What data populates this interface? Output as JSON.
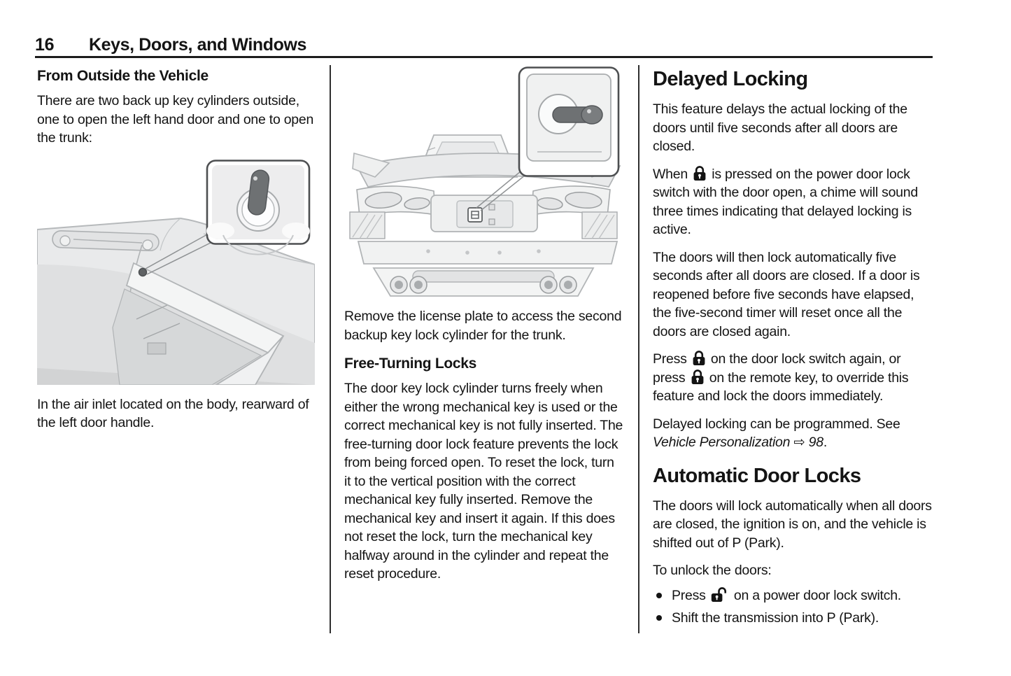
{
  "header": {
    "page_number": "16",
    "chapter_title": "Keys, Doors, and Windows"
  },
  "col1": {
    "heading": "From Outside the Vehicle",
    "intro": "There are two back up key cylinders outside, one to open the left hand door and one to open the trunk:",
    "figure_caption": "In the air inlet located on the body, rearward of the left door handle."
  },
  "col2": {
    "figure_caption": "Remove the license plate to access the second backup key lock cylinder for the trunk.",
    "heading": "Free-Turning Locks",
    "body": "The door key lock cylinder turns freely when either the wrong mechanical key is used or the correct mechanical key is not fully inserted. The free-turning door lock feature prevents the lock from being forced open. To reset the lock, turn it to the vertical position with the correct mechanical key fully inserted. Remove the mechanical key and insert it again. If this does not reset the lock, turn the mechanical key halfway around in the cylinder and repeat the reset procedure."
  },
  "col3": {
    "heading1": "Delayed Locking",
    "p1": "This feature delays the actual locking of the doors until five seconds after all doors are closed.",
    "p2_pre": "When ",
    "p2_post": " is pressed on the power door lock switch with the door open, a chime will sound three times indicating that delayed locking is active.",
    "p3": "The doors will then lock automatically five seconds after all doors are closed. If a door is reopened before five seconds have elapsed, the five-second timer will reset once all the doors are closed again.",
    "p4_pre": "Press ",
    "p4_mid": " on the door lock switch again, or press ",
    "p4_post": " on the remote key, to override this feature and lock the doors immediately.",
    "p5_pre": "Delayed locking can be programmed. See ",
    "p5_ref_title": "Vehicle Personalization",
    "p5_arrow": " ⇨ ",
    "p5_ref_page": "98",
    "p5_end": ".",
    "heading2": "Automatic Door Locks",
    "p6": "The doors will lock automatically when all doors are closed, the ignition is on, and the vehicle is shifted out of P (Park).",
    "p7": "To unlock the doors:",
    "bullet1_pre": "Press ",
    "bullet1_post": " on a power door lock switch.",
    "bullet2": "Shift the transmission into P (Park)."
  },
  "icons": {
    "lock_closed": "padlock-locked-icon",
    "lock_open": "padlock-unlocked-icon"
  },
  "colors": {
    "text": "#141414",
    "rule": "#1c1c1c",
    "illustration_line": "#b2b5b7",
    "illustration_dark": "#6e7173"
  }
}
